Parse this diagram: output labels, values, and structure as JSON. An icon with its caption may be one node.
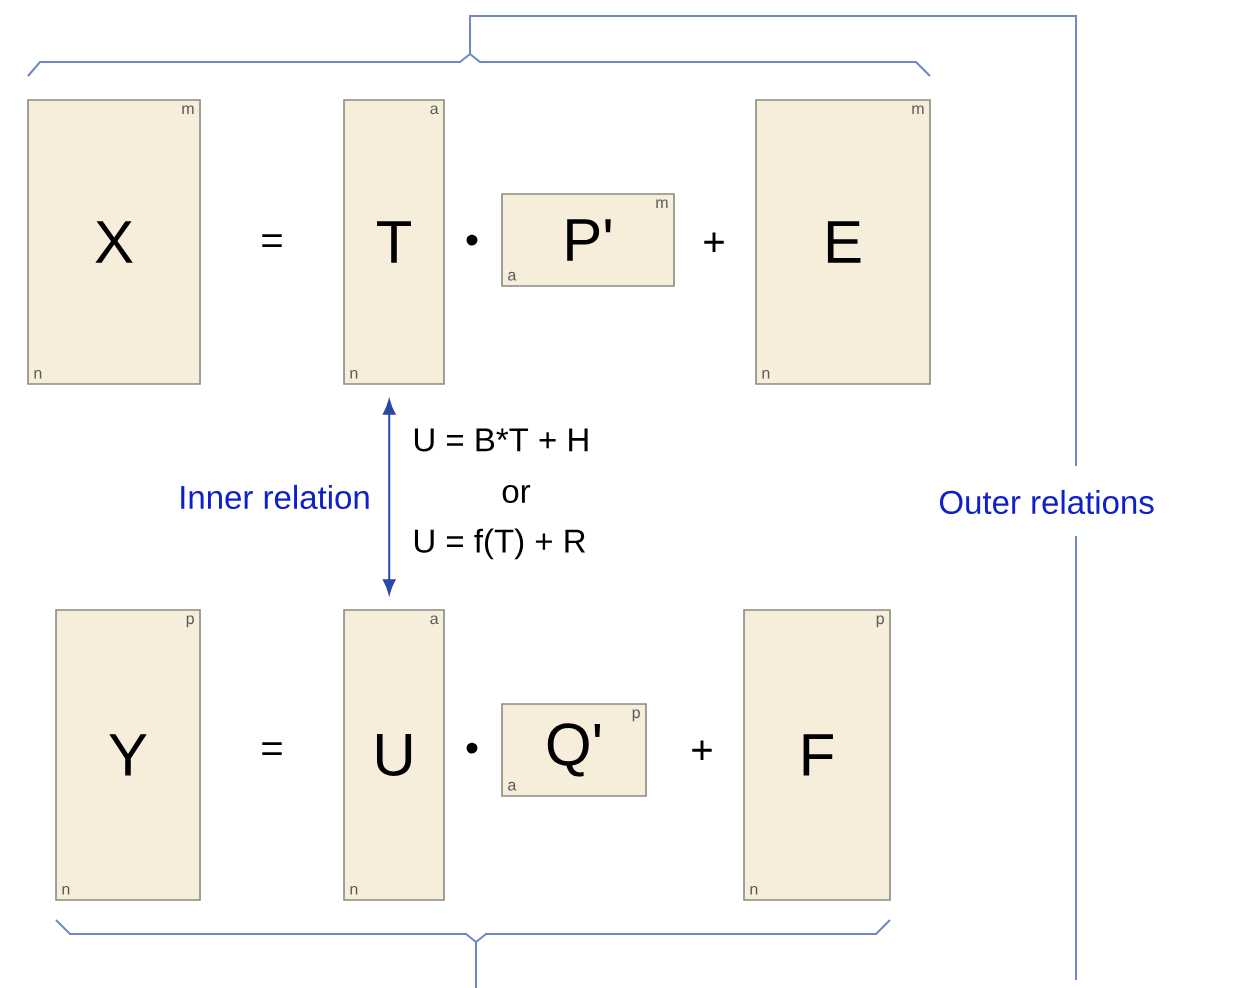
{
  "diagram": {
    "nodes": [
      {
        "text": [
          "X",
          "m",
          "n"
        ]
      },
      {
        "text": [
          "T",
          "a",
          "n"
        ]
      },
      {
        "text": [
          "P'",
          "m",
          "a"
        ]
      },
      {
        "text": [
          "E",
          "m",
          "n"
        ]
      },
      {
        "text": [
          "Y",
          "p",
          "n"
        ]
      },
      {
        "text": [
          "U",
          "a",
          "n"
        ]
      },
      {
        "text": [
          "Q'",
          "p",
          "a"
        ]
      },
      {
        "text": [
          "F",
          "p",
          "n"
        ]
      }
    ],
    "edges": [
      {
        "from": 1,
        "to": 5,
        "arrow": "both",
        "label": "Inner relation",
        "color": "#2a48a8"
      }
    ],
    "labels": [
      "=",
      "•",
      "+",
      "U = B*T + H",
      "or",
      "U = f(T) + R",
      "Outer relations",
      "=",
      "•",
      "+"
    ]
  }
}
